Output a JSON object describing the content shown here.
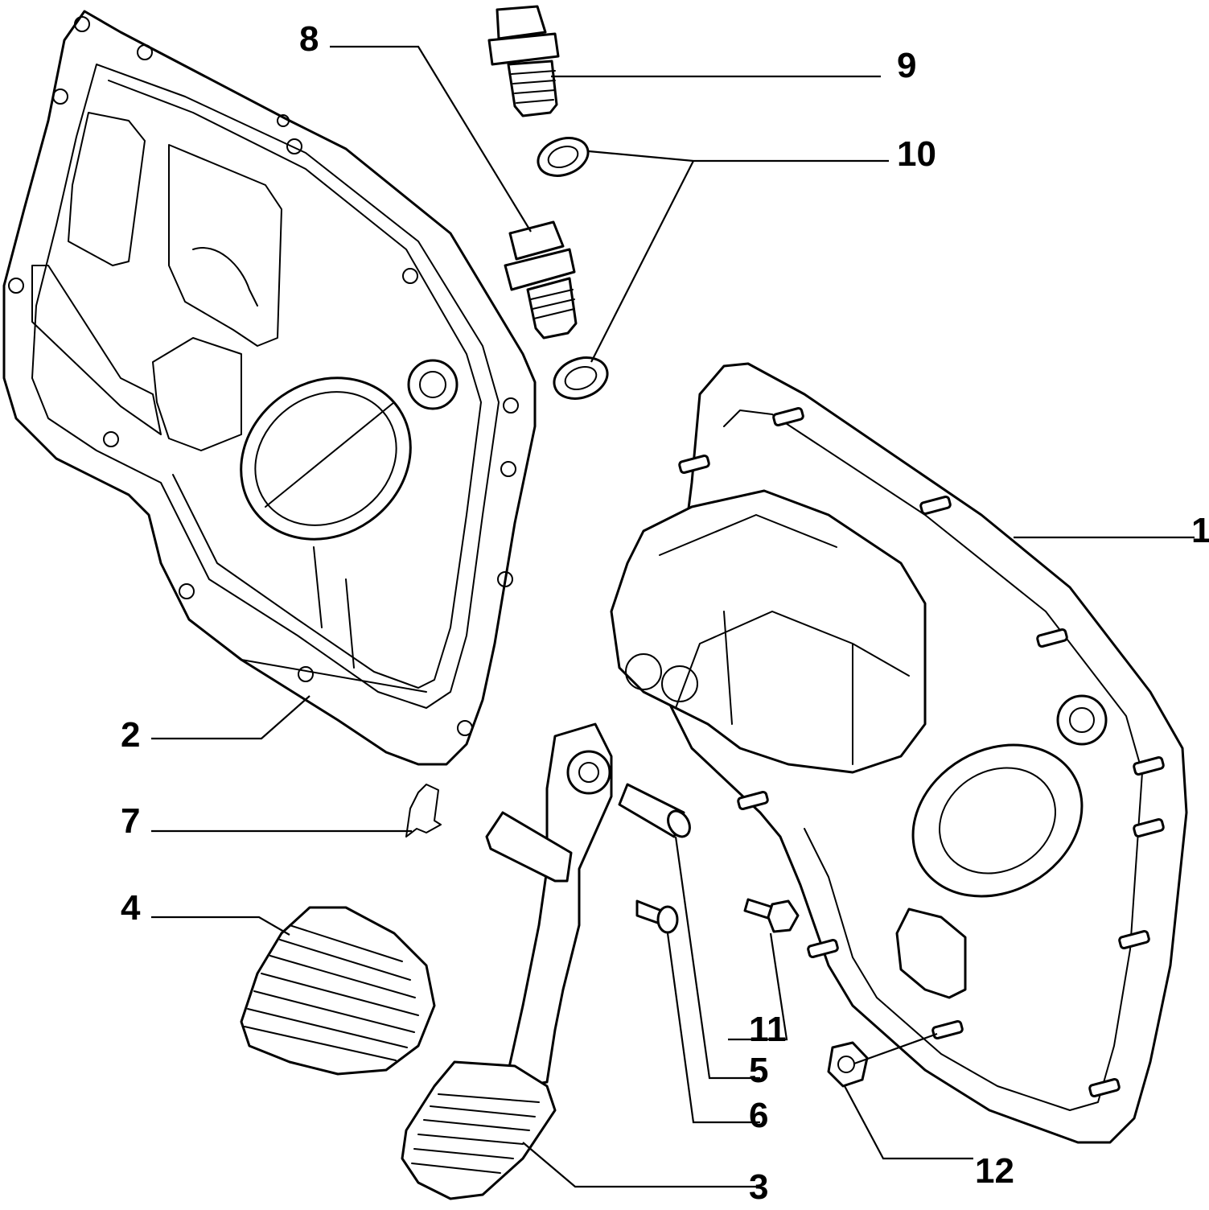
{
  "callouts": {
    "n1": "1",
    "n2": "2",
    "n3": "3",
    "n4": "4",
    "n5": "5",
    "n6": "6",
    "n7": "7",
    "n8": "8",
    "n9": "9",
    "n10": "10",
    "n11": "11",
    "n12": "12"
  }
}
